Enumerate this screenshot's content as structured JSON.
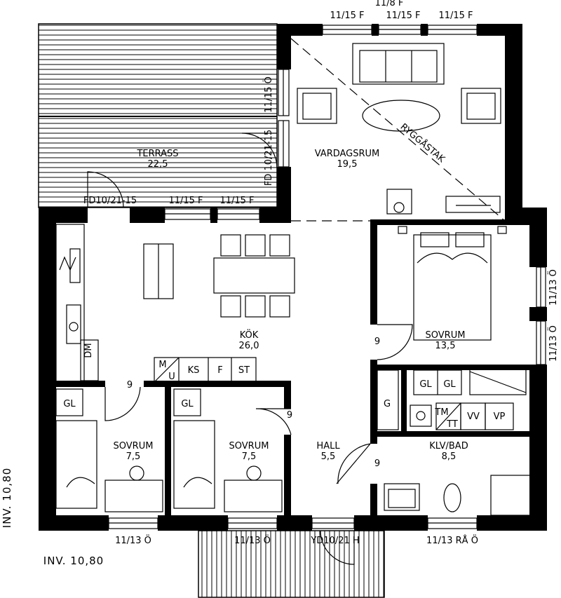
{
  "rooms": {
    "terrass": {
      "name": "TERRASS",
      "area": "22,5"
    },
    "vardagsrum": {
      "name": "VARDAGSRUM",
      "area": "19,5"
    },
    "kok": {
      "name": "KÖK",
      "area": "26,0"
    },
    "sovrum_main": {
      "name": "SOVRUM",
      "area": "13,5"
    },
    "sovrum_left": {
      "name": "SOVRUM",
      "area": "7,5"
    },
    "sovrum_mid": {
      "name": "SOVRUM",
      "area": "7,5"
    },
    "hall": {
      "name": "HALL",
      "area": "5,5"
    },
    "klv_bad": {
      "name": "KLV/BAD",
      "area": "8,5"
    }
  },
  "labels": {
    "ryggastak": "RYGGÅSTAK",
    "win_top_a": "11/15 F",
    "win_top_b_upper": "11/8 F",
    "win_top_b": "11/15 F",
    "win_top_c": "11/15 F",
    "win_terrace_vert": "11/15 Ö",
    "door_terrace_vert": "FD 10/21-15",
    "door_fd": "FD10/21-15",
    "win_kok_a": "11/15 F",
    "win_kok_b": "11/15 F",
    "win_right_a": "11/13 Ö",
    "win_right_b": "11/13 Ö",
    "win_bot_a": "11/13 Ö",
    "win_bot_b": "11/13 Ö",
    "door_yd": "YD10/21 H",
    "win_bot_c": "11/13 RÅ Ö",
    "dm": "DM",
    "mu_top": "M",
    "mu_bottom": "U",
    "ks": "KS",
    "f": "F",
    "st": "ST",
    "gl": "GL",
    "g": "G",
    "tm": "TM",
    "tt": "TT",
    "vv": "VV",
    "vp": "VP",
    "door_9": "9",
    "inv_side": "INV. 10,80",
    "inv_bottom": "INV. 10,80"
  }
}
